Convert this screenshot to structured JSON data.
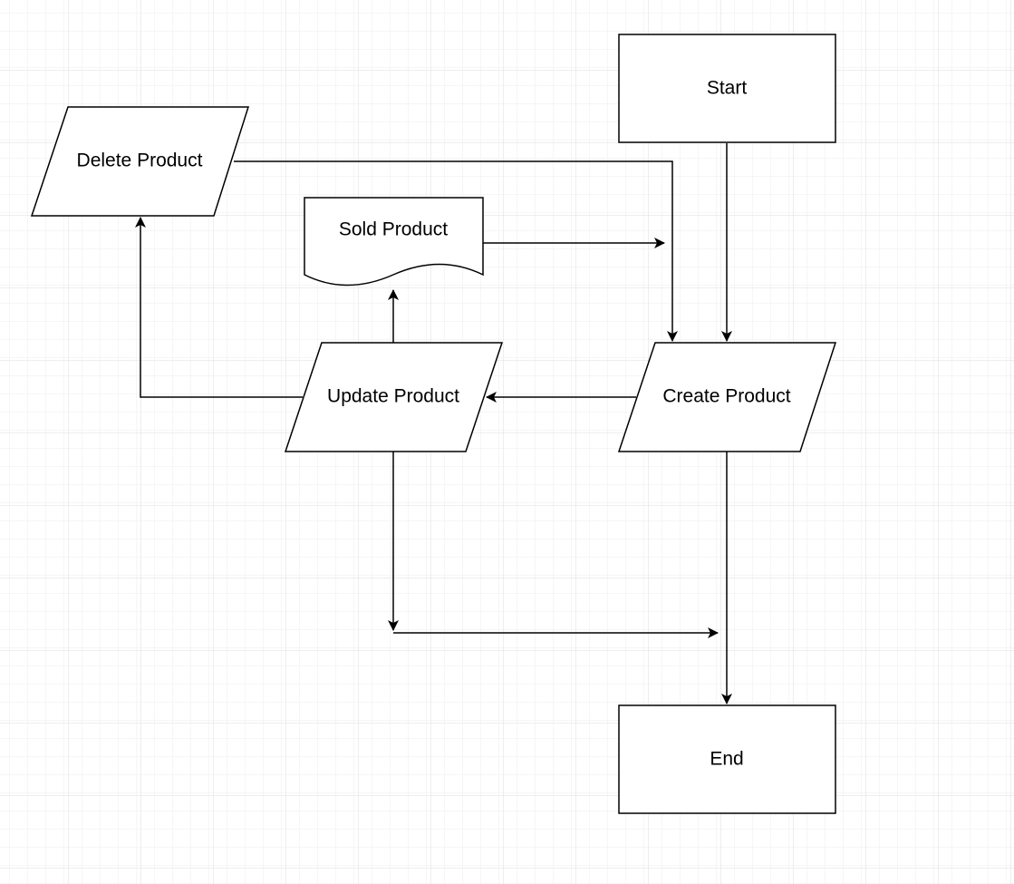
{
  "diagram": {
    "nodes": {
      "start": {
        "label": "Start",
        "shape": "rectangle"
      },
      "delete_product": {
        "label": "Delete Product",
        "shape": "parallelogram"
      },
      "sold_product": {
        "label": "Sold Product",
        "shape": "document"
      },
      "update_product": {
        "label": "Update Product",
        "shape": "parallelogram"
      },
      "create_product": {
        "label": "Create Product",
        "shape": "parallelogram"
      },
      "end": {
        "label": "End",
        "shape": "rectangle"
      }
    },
    "edges": [
      {
        "from": "start",
        "to": "create_product"
      },
      {
        "from": "delete_product",
        "to": "create_product"
      },
      {
        "from": "sold_product",
        "to": null
      },
      {
        "from": "create_product",
        "to": "update_product"
      },
      {
        "from": "update_product",
        "to": "sold_product"
      },
      {
        "from": "update_product",
        "to": "delete_product"
      },
      {
        "from": "update_product",
        "to": null
      },
      {
        "from": null,
        "to": null
      },
      {
        "from": "create_product",
        "to": "end"
      }
    ],
    "colors": {
      "stroke": "#000000",
      "fill": "#ffffff",
      "grid_minor": "#eeeeee",
      "grid_major": "#dddddd"
    }
  }
}
